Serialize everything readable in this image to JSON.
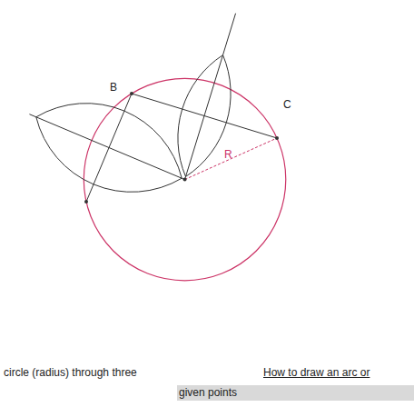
{
  "diagram": {
    "labels": [
      "B",
      "C",
      "R",
      "circle (radius) through three",
      "How to draw an arc or",
      "given points"
    ]
  }
}
